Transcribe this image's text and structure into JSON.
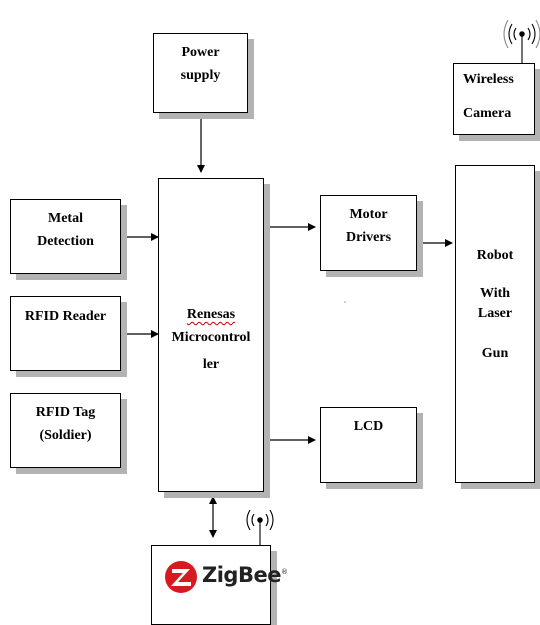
{
  "blocks": {
    "power_supply": [
      "Power",
      "supply"
    ],
    "metal_detection": [
      "Metal",
      "Detection"
    ],
    "rfid_reader": "RFID Reader",
    "rfid_tag": [
      "RFID Tag",
      "(Soldier)"
    ],
    "microcontroller": [
      "Renesas",
      "Microcontrol",
      "ler"
    ],
    "motor_drivers": [
      "Motor",
      "Drivers"
    ],
    "lcd": "LCD",
    "wireless_camera": [
      "Wireless",
      "Camera"
    ],
    "robot": [
      "Robot",
      "With",
      "Laser",
      "Gun"
    ],
    "zigbee": {
      "label": "ZigBee",
      "trademark": "®"
    }
  },
  "colors": {
    "line": "#000000",
    "shadow": "#b3b3b3",
    "zigbee_red": "#d71920"
  },
  "icons": [
    "antenna-icon",
    "zigbee-logo-icon"
  ]
}
